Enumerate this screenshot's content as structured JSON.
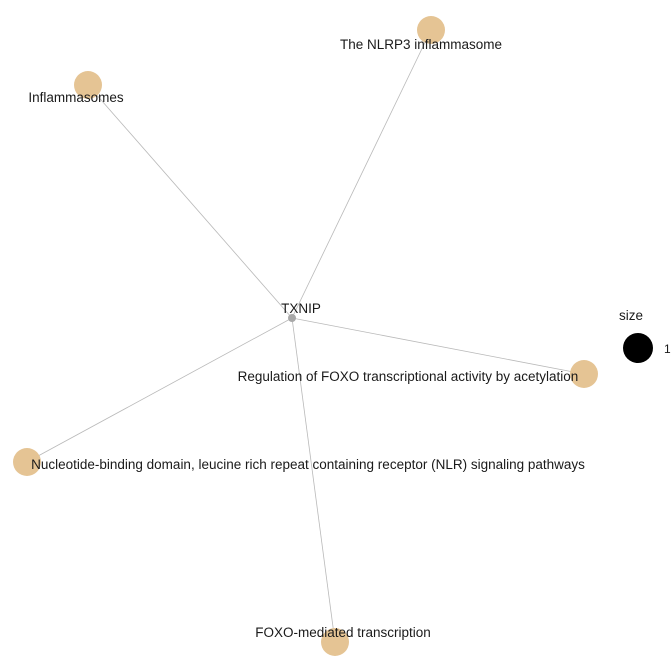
{
  "network": {
    "hub": {
      "label": "TXNIP",
      "color": "#a8a8a8"
    },
    "category_color": "#e5c494",
    "edge_color": "#b9b9b9",
    "categories": [
      {
        "id": "nlrp3",
        "label": "The NLRP3 inflammasome"
      },
      {
        "id": "inflammasomes",
        "label": "Inflammasomes"
      },
      {
        "id": "foxo-acetylation",
        "label": "Regulation of FOXO transcriptional activity by acetylation"
      },
      {
        "id": "nlr-signaling",
        "label": "Nucleotide-binding domain, leucine rich repeat containing receptor (NLR) signaling pathways"
      },
      {
        "id": "foxo-transcription",
        "label": "FOXO-mediated transcription"
      }
    ]
  },
  "legend": {
    "title": "size",
    "key_label": "1",
    "key_color": "#000000"
  }
}
